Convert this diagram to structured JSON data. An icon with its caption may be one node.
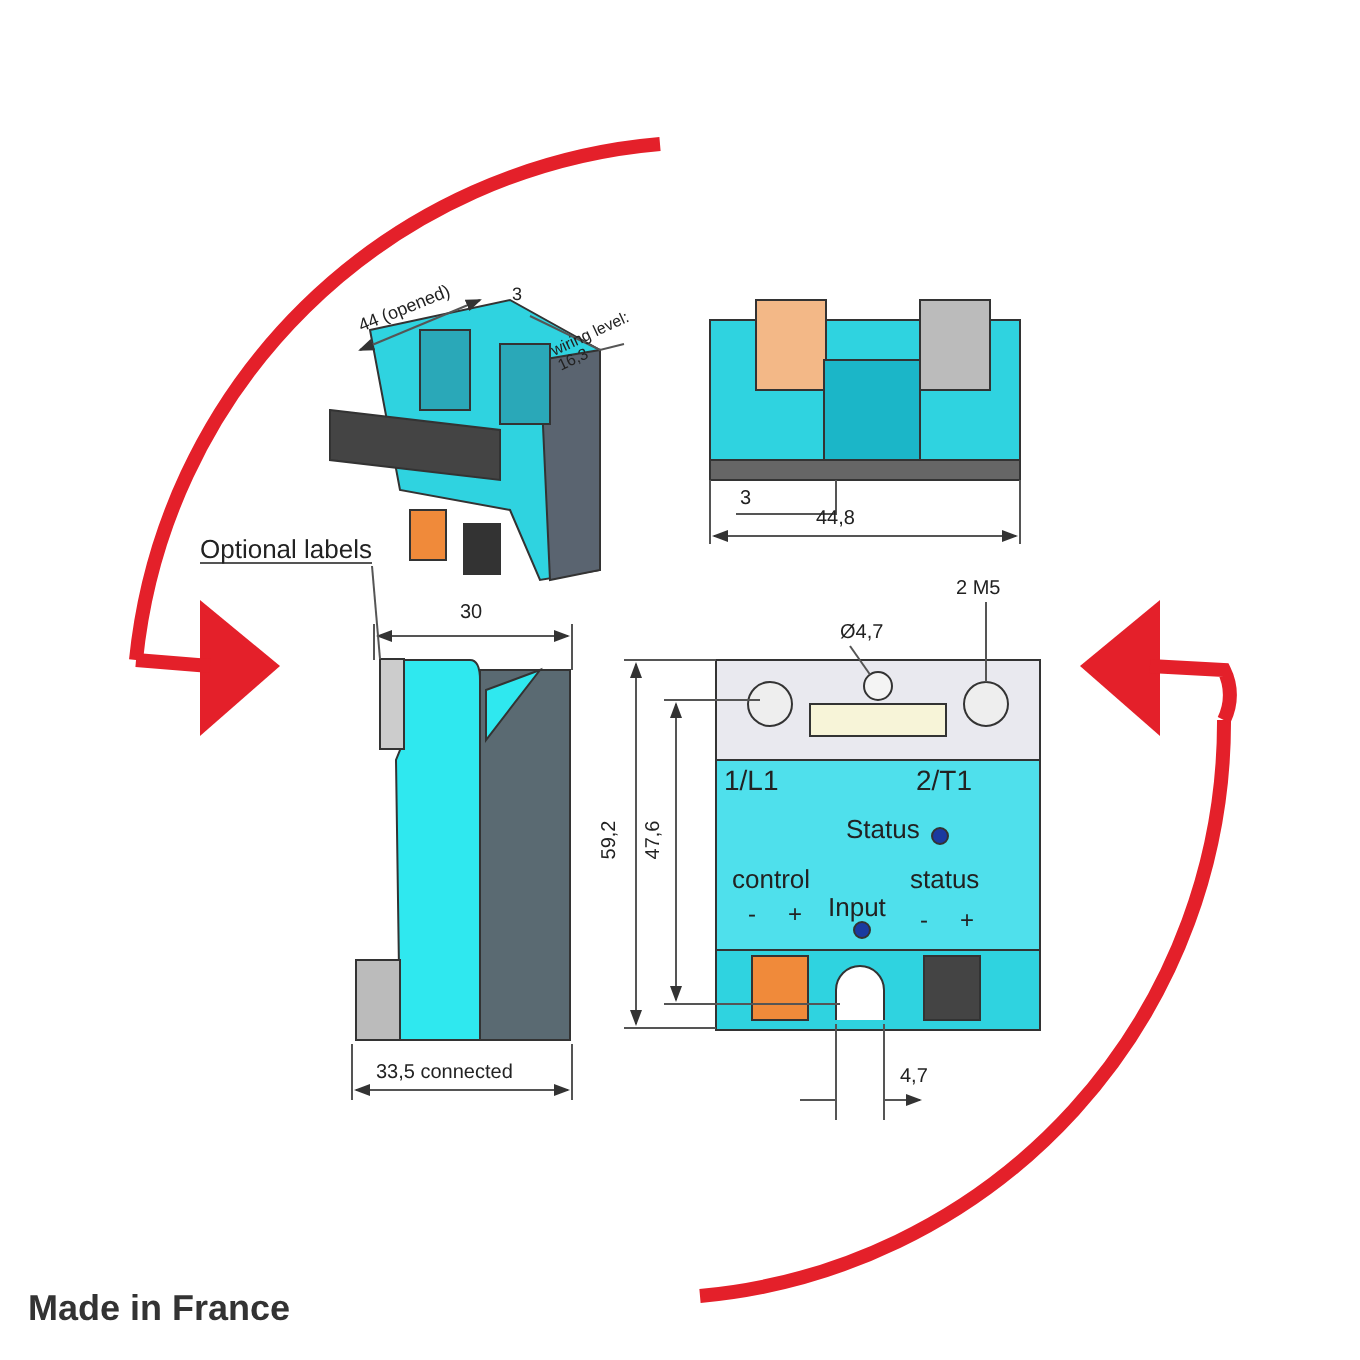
{
  "diagram": {
    "nodes": [
      {
        "text": [
          "Optional labels"
        ]
      },
      {
        "text": [
          "2 M5"
        ]
      },
      {
        "text": [
          "Ø4,7"
        ]
      },
      {
        "text": [],
        "shape": "box"
      },
      {
        "text": [],
        "shape": "circle"
      },
      {
        "text": [],
        "shape": "circle"
      }
    ],
    "edges": [
      {
        "from": 0,
        "to": 3,
        "arrow": "none"
      },
      {
        "from": 1,
        "to": 4,
        "arrow": "none"
      },
      {
        "from": 2,
        "to": 5,
        "arrow": "none"
      }
    ],
    "labels": [
      "44 (opened)",
      "3",
      "wiring level: 16,3",
      "3",
      "44,8",
      "30",
      "33,5 connected",
      "59,2",
      "47,6",
      "4,7",
      "1/L1",
      "2/T1",
      "Status",
      "control",
      "-",
      "+",
      "Input",
      "status",
      "-",
      "+",
      "Made in France"
    ]
  }
}
